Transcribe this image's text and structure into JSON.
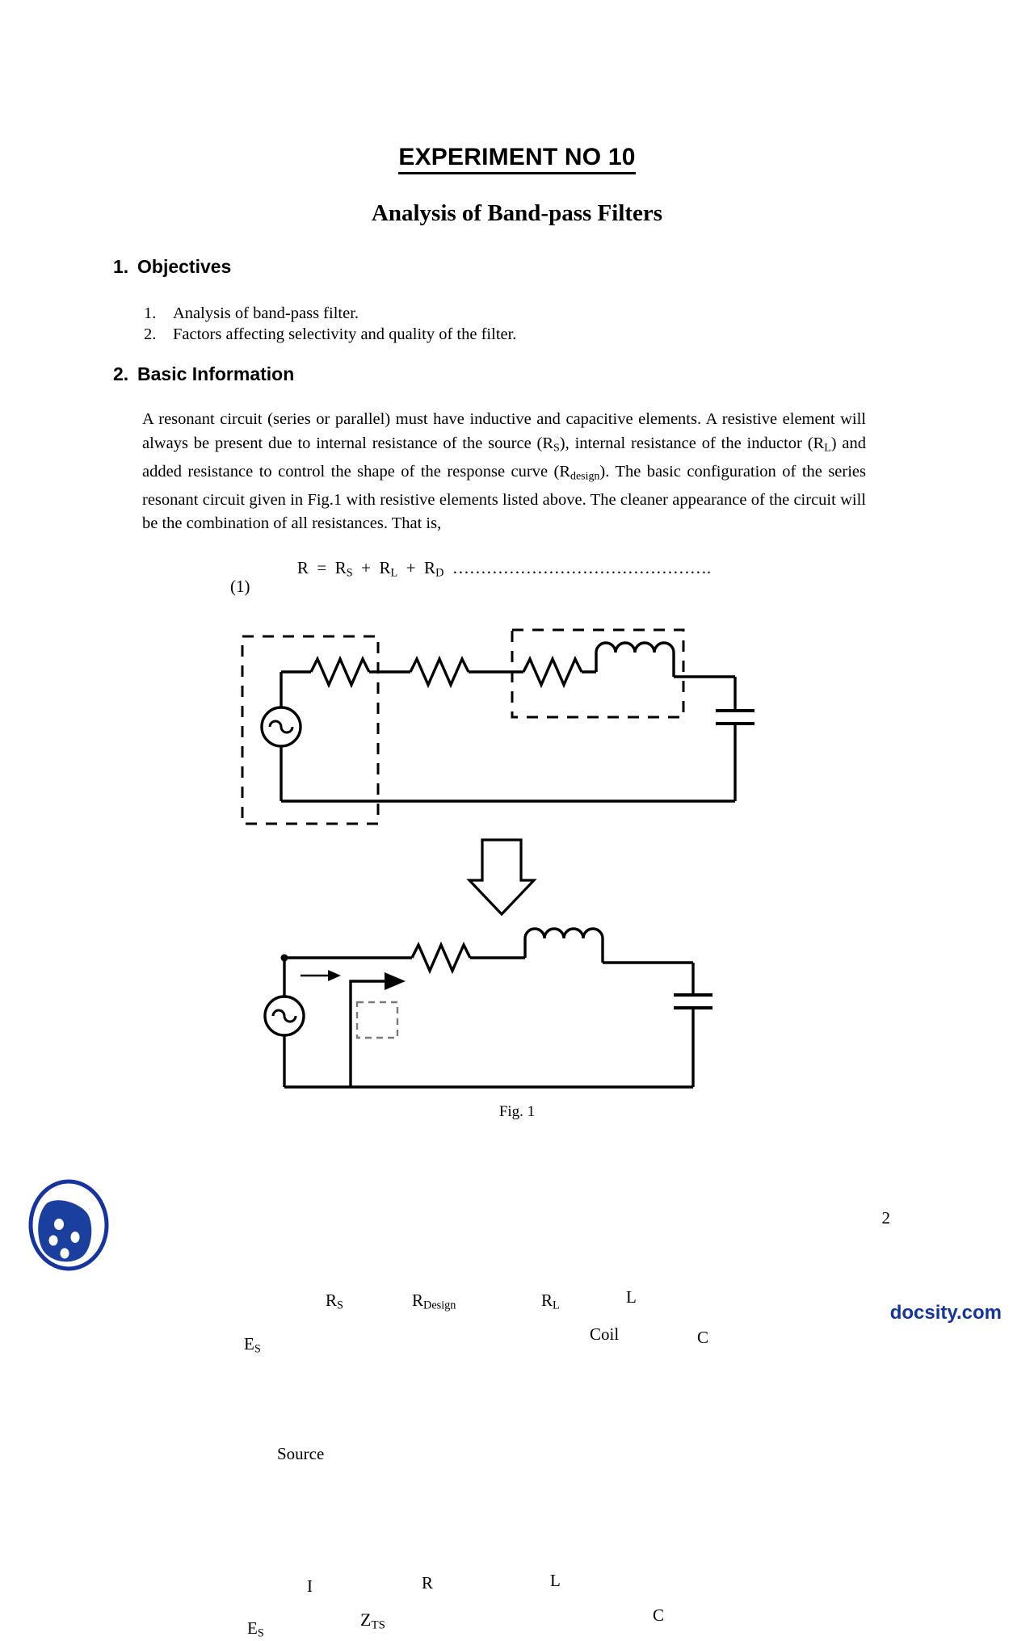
{
  "document": {
    "experiment_title": "EXPERIMENT NO 10",
    "subtitle": "Analysis of Band-pass Filters",
    "sections": [
      {
        "number": "1.",
        "heading": "Objectives"
      },
      {
        "number": "2.",
        "heading": "Basic Information"
      }
    ],
    "objectives": [
      {
        "number": "1.",
        "text": "Analysis of band-pass filter."
      },
      {
        "number": "2.",
        "text": "Factors affecting selectivity and quality of the filter."
      }
    ],
    "paragraph_html": "A resonant circuit (series or parallel) must have inductive and capacitive elements. A resistive element will always be present due to internal resistance of the source (R<sub>S</sub>), internal resistance of the inductor (R<sub>L</sub>) and added resistance to control the shape of the response curve (R<sub>design</sub>). The basic configuration of the series resonant circuit given in Fig.1 with resistive elements listed above. The cleaner appearance of the circuit will be the combination of all resistances. That is,",
    "equation_html": "R &nbsp;= &nbsp;R<sub>S</sub> &nbsp;+ &nbsp;R<sub>L</sub> &nbsp;+ &nbsp;R<sub>D</sub> &nbsp;……………………………………….",
    "equation_number": "(1)",
    "figure_caption": "Fig. 1"
  },
  "figure": {
    "top_circuit": {
      "source_label_html": "E<sub>S</sub>",
      "source_box_caption": "Source",
      "rs_label_html": "R<sub>S</sub>",
      "rdesign_label_html": "R<sub>Design</sub>",
      "rl_label_html": "R<sub>L</sub>",
      "l_label": "L",
      "coil_box_caption": "Coil",
      "c_label": "C"
    },
    "bottom_circuit": {
      "source_label_html": "E<sub>S</sub>",
      "current_label": "I",
      "impedance_label_html": "Z<sub>TS</sub>",
      "r_label": "R",
      "l_label": "L",
      "c_label": "C"
    }
  },
  "footer": {
    "page_number": "2",
    "watermark": "docsity.com",
    "brand_color": "#1534a0"
  }
}
